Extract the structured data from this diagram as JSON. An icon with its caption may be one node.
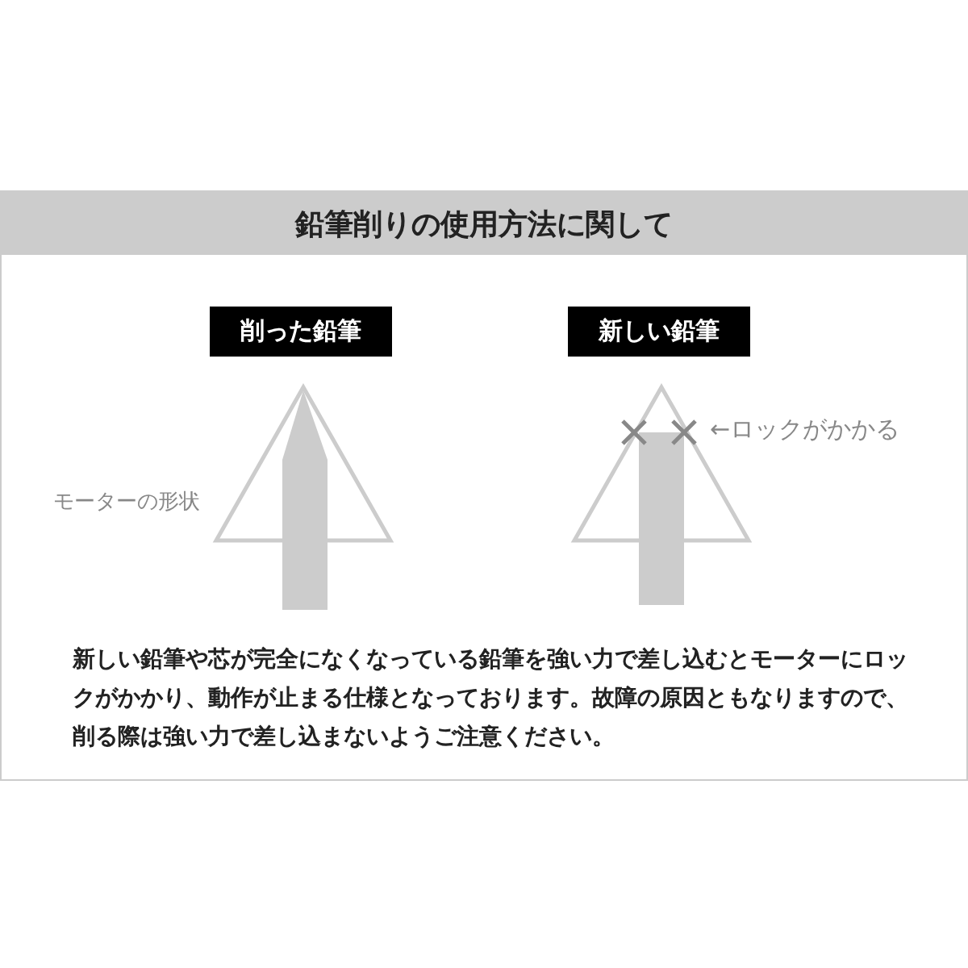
{
  "diagram": {
    "title": "鉛筆削りの使用方法に関して",
    "nodes": [
      {
        "text": [
          "削った鉛筆"
        ]
      },
      {
        "text": [
          "新しい鉛筆"
        ]
      }
    ],
    "edges": [],
    "labels": [
      "モーターの形状",
      "←ロックがかかる",
      "新しい鉛筆や芯が完全になくなっている鉛筆を強い力で差し込むとモーターにロックがかかり、動作が止まる仕様となっております。故障の原因ともなりますので、削る際は強い力で差し込まないようご注意ください。"
    ]
  }
}
